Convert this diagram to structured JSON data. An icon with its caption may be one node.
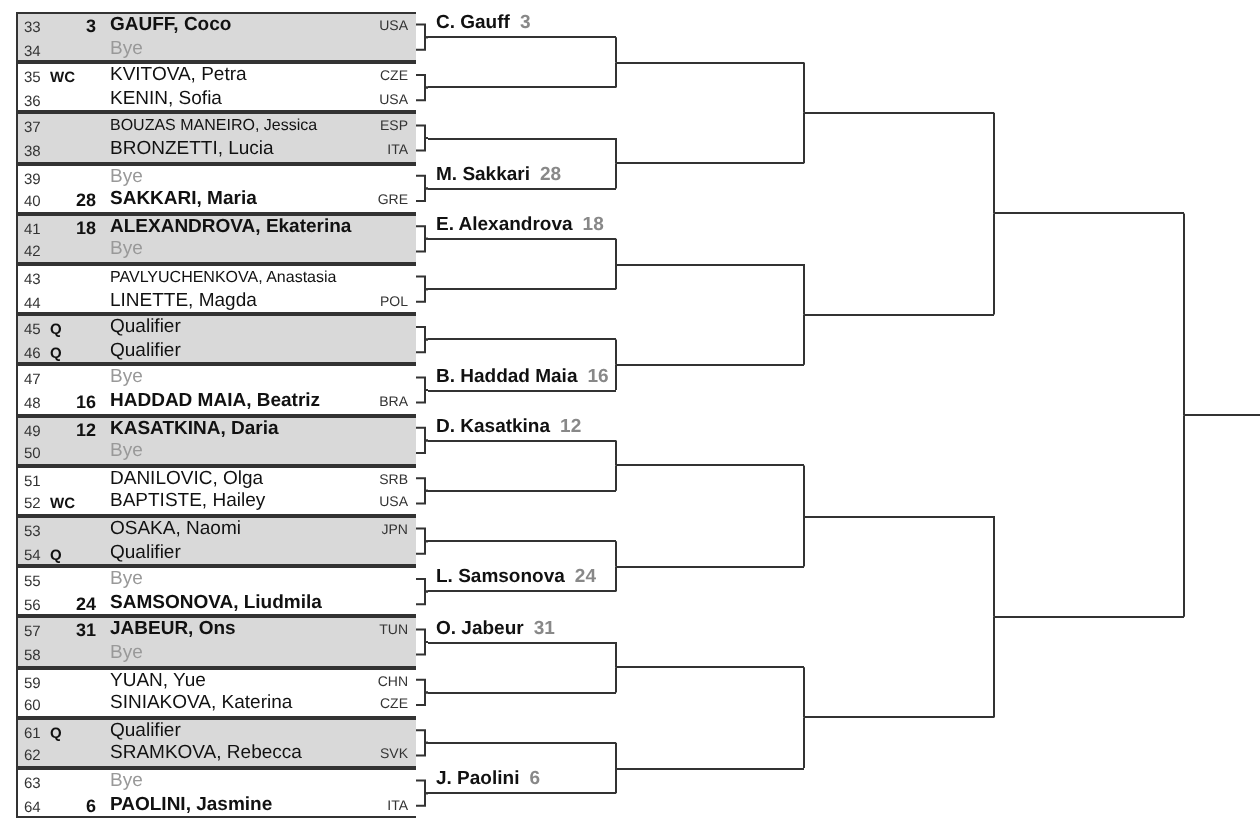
{
  "diagram": {
    "nodes": [
      {
        "text": [
          "33",
          "3",
          "GAUFF, Coco",
          "USA"
        ]
      },
      {
        "text": [
          "34",
          "Bye"
        ]
      },
      {
        "text": [
          "35",
          "WC",
          "KVITOVA, Petra",
          "CZE"
        ]
      },
      {
        "text": [
          "36",
          "KENIN, Sofia",
          "USA"
        ]
      },
      {
        "text": [
          "37",
          "BOUZAS MANEIRO, Jessica",
          "ESP"
        ]
      },
      {
        "text": [
          "38",
          "BRONZETTI, Lucia",
          "ITA"
        ]
      },
      {
        "text": [
          "39",
          "Bye"
        ]
      },
      {
        "text": [
          "40",
          "28",
          "SAKKARI, Maria",
          "GRE"
        ]
      },
      {
        "text": [
          "41",
          "18",
          "ALEXANDROVA, Ekaterina"
        ]
      },
      {
        "text": [
          "42",
          "Bye"
        ]
      },
      {
        "text": [
          "43",
          "PAVLYUCHENKOVA, Anastasia"
        ]
      },
      {
        "text": [
          "44",
          "LINETTE, Magda",
          "POL"
        ]
      },
      {
        "text": [
          "45",
          "Q",
          "Qualifier"
        ]
      },
      {
        "text": [
          "46",
          "Q",
          "Qualifier"
        ]
      },
      {
        "text": [
          "47",
          "Bye"
        ]
      },
      {
        "text": [
          "48",
          "16",
          "HADDAD MAIA, Beatriz",
          "BRA"
        ]
      },
      {
        "text": [
          "49",
          "12",
          "KASATKINA, Daria"
        ]
      },
      {
        "text": [
          "50",
          "Bye"
        ]
      },
      {
        "text": [
          "51",
          "DANILOVIC, Olga",
          "SRB"
        ]
      },
      {
        "text": [
          "52",
          "WC",
          "BAPTISTE, Hailey",
          "USA"
        ]
      },
      {
        "text": [
          "53",
          "OSAKA, Naomi",
          "JPN"
        ]
      },
      {
        "text": [
          "54",
          "Q",
          "Qualifier"
        ]
      },
      {
        "text": [
          "55",
          "Bye"
        ]
      },
      {
        "text": [
          "56",
          "24",
          "SAMSONOVA, Liudmila"
        ]
      },
      {
        "text": [
          "57",
          "31",
          "JABEUR, Ons",
          "TUN"
        ]
      },
      {
        "text": [
          "58",
          "Bye"
        ]
      },
      {
        "text": [
          "59",
          "YUAN, Yue",
          "CHN"
        ]
      },
      {
        "text": [
          "60",
          "SINIAKOVA, Katerina",
          "CZE"
        ]
      },
      {
        "text": [
          "61",
          "Q",
          "Qualifier"
        ]
      },
      {
        "text": [
          "62",
          "SRAMKOVA, Rebecca",
          "SVK"
        ]
      },
      {
        "text": [
          "63",
          "Bye"
        ]
      },
      {
        "text": [
          "64",
          "6",
          "PAOLINI, Jasmine",
          "ITA"
        ]
      },
      {
        "text": [
          "C. Gauff",
          "3"
        ]
      },
      {
        "text": [],
        "shape": "line"
      },
      {
        "text": [],
        "shape": "line"
      },
      {
        "text": [
          "M. Sakkari",
          "28"
        ]
      },
      {
        "text": [
          "E. Alexandrova",
          "18"
        ]
      },
      {
        "text": [],
        "shape": "line"
      },
      {
        "text": [],
        "shape": "line"
      },
      {
        "text": [
          "B. Haddad Maia",
          "16"
        ]
      },
      {
        "text": [
          "D. Kasatkina",
          "12"
        ]
      },
      {
        "text": [],
        "shape": "line"
      },
      {
        "text": [],
        "shape": "line"
      },
      {
        "text": [
          "L. Samsonova",
          "24"
        ]
      },
      {
        "text": [
          "O. Jabeur",
          "31"
        ]
      },
      {
        "text": [],
        "shape": "line"
      },
      {
        "text": [],
        "shape": "line"
      },
      {
        "text": [
          "J. Paolini",
          "6"
        ]
      },
      {
        "text": [],
        "shape": "line"
      },
      {
        "text": [],
        "shape": "line"
      },
      {
        "text": [],
        "shape": "line"
      },
      {
        "text": [],
        "shape": "line"
      },
      {
        "text": [],
        "shape": "line"
      },
      {
        "text": [],
        "shape": "line"
      },
      {
        "text": [],
        "shape": "line"
      },
      {
        "text": [],
        "shape": "line"
      },
      {
        "text": [],
        "shape": "line"
      },
      {
        "text": [],
        "shape": "line"
      },
      {
        "text": [],
        "shape": "line"
      },
      {
        "text": [],
        "shape": "line"
      },
      {
        "text": [],
        "shape": "line"
      },
      {
        "text": [],
        "shape": "line"
      },
      {
        "text": [],
        "shape": "line"
      }
    ],
    "edges": [
      {
        "from": 0,
        "to": 32,
        "arrow": "none"
      },
      {
        "from": 1,
        "to": 32,
        "arrow": "none"
      },
      {
        "from": 2,
        "to": 33,
        "arrow": "none"
      },
      {
        "from": 3,
        "to": 33,
        "arrow": "none"
      },
      {
        "from": 4,
        "to": 34,
        "arrow": "none"
      },
      {
        "from": 5,
        "to": 34,
        "arrow": "none"
      },
      {
        "from": 6,
        "to": 35,
        "arrow": "none"
      },
      {
        "from": 7,
        "to": 35,
        "arrow": "none"
      },
      {
        "from": 8,
        "to": 36,
        "arrow": "none"
      },
      {
        "from": 9,
        "to": 36,
        "arrow": "none"
      },
      {
        "from": 10,
        "to": 37,
        "arrow": "none"
      },
      {
        "from": 11,
        "to": 37,
        "arrow": "none"
      },
      {
        "from": 12,
        "to": 38,
        "arrow": "none"
      },
      {
        "from": 13,
        "to": 38,
        "arrow": "none"
      },
      {
        "from": 14,
        "to": 39,
        "arrow": "none"
      },
      {
        "from": 15,
        "to": 39,
        "arrow": "none"
      },
      {
        "from": 16,
        "to": 40,
        "arrow": "none"
      },
      {
        "from": 17,
        "to": 40,
        "arrow": "none"
      },
      {
        "from": 18,
        "to": 41,
        "arrow": "none"
      },
      {
        "from": 19,
        "to": 41,
        "arrow": "none"
      },
      {
        "from": 20,
        "to": 42,
        "arrow": "none"
      },
      {
        "from": 21,
        "to": 42,
        "arrow": "none"
      },
      {
        "from": 22,
        "to": 43,
        "arrow": "none"
      },
      {
        "from": 23,
        "to": 43,
        "arrow": "none"
      },
      {
        "from": 24,
        "to": 44,
        "arrow": "none"
      },
      {
        "from": 25,
        "to": 44,
        "arrow": "none"
      },
      {
        "from": 26,
        "to": 45,
        "arrow": "none"
      },
      {
        "from": 27,
        "to": 45,
        "arrow": "none"
      },
      {
        "from": 28,
        "to": 46,
        "arrow": "none"
      },
      {
        "from": 29,
        "to": 46,
        "arrow": "none"
      },
      {
        "from": 30,
        "to": 47,
        "arrow": "none"
      },
      {
        "from": 31,
        "to": 47,
        "arrow": "none"
      },
      {
        "from": 32,
        "to": 48,
        "arrow": "none"
      },
      {
        "from": 33,
        "to": 48,
        "arrow": "none"
      },
      {
        "from": 34,
        "to": 49,
        "arrow": "none"
      },
      {
        "from": 35,
        "to": 49,
        "arrow": "none"
      },
      {
        "from": 36,
        "to": 50,
        "arrow": "none"
      },
      {
        "from": 37,
        "to": 50,
        "arrow": "none"
      },
      {
        "from": 38,
        "to": 51,
        "arrow": "none"
      },
      {
        "from": 39,
        "to": 51,
        "arrow": "none"
      },
      {
        "from": 40,
        "to": 52,
        "arrow": "none"
      },
      {
        "from": 41,
        "to": 52,
        "arrow": "none"
      },
      {
        "from": 42,
        "to": 53,
        "arrow": "none"
      },
      {
        "from": 43,
        "to": 53,
        "arrow": "none"
      },
      {
        "from": 44,
        "to": 54,
        "arrow": "none"
      },
      {
        "from": 45,
        "to": 54,
        "arrow": "none"
      },
      {
        "from": 46,
        "to": 55,
        "arrow": "none"
      },
      {
        "from": 47,
        "to": 55,
        "arrow": "none"
      },
      {
        "from": 48,
        "to": 56,
        "arrow": "none"
      },
      {
        "from": 49,
        "to": 56,
        "arrow": "none"
      },
      {
        "from": 50,
        "to": 57,
        "arrow": "none"
      },
      {
        "from": 51,
        "to": 57,
        "arrow": "none"
      },
      {
        "from": 52,
        "to": 58,
        "arrow": "none"
      },
      {
        "from": 53,
        "to": 58,
        "arrow": "none"
      },
      {
        "from": 54,
        "to": 59,
        "arrow": "none"
      },
      {
        "from": 55,
        "to": 59,
        "arrow": "none"
      },
      {
        "from": 56,
        "to": 60,
        "arrow": "none"
      },
      {
        "from": 57,
        "to": 60,
        "arrow": "none"
      },
      {
        "from": 58,
        "to": 61,
        "arrow": "none"
      },
      {
        "from": 59,
        "to": 61,
        "arrow": "none"
      },
      {
        "from": 60,
        "to": 62,
        "arrow": "none"
      },
      {
        "from": 61,
        "to": 62,
        "arrow": "none"
      }
    ]
  }
}
